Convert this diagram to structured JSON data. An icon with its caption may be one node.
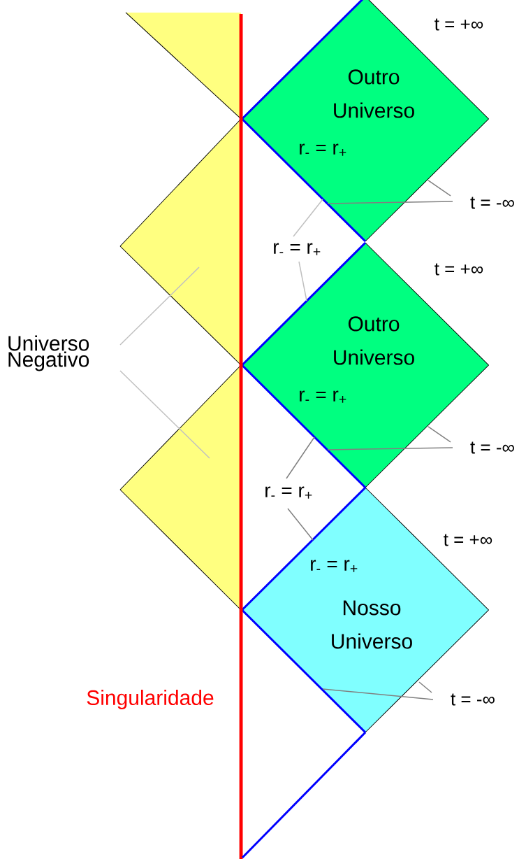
{
  "diagram": {
    "nodes": [
      {
        "text": [
          "Outro Universo",
          "r$_{-}$ = r$_{+}$"
        ],
        "beside": [
          "t = +∞"
        ]
      },
      {
        "text": [
          "Outro Universo",
          "r$_{-}$ = r$_{+}$"
        ],
        "beside": [
          "t = +∞"
        ]
      },
      {
        "text": [
          "r$_{-}$ = r$_{+}$",
          "Nosso Universo"
        ],
        "beside": [
          "t = +∞"
        ]
      },
      {
        "text": [],
        "shape": "triangle"
      },
      {
        "text": [],
        "shape": "triangle"
      },
      {
        "text": [],
        "shape": "triangle"
      },
      {
        "text": [
          "Universo Negativo"
        ]
      },
      {
        "text": [
          "r$_{-}$ = r$_{+}$"
        ]
      },
      {
        "text": [
          "r$_{-}$ = r$_{+}$"
        ]
      },
      {
        "text": [
          "t = -∞"
        ]
      },
      {
        "text": [
          "t = -∞"
        ]
      },
      {
        "text": [
          "t = -∞"
        ]
      }
    ],
    "edges": [
      {
        "from": 6,
        "to": 4,
        "arrow": "none",
        "color": "#c0c0c0"
      },
      {
        "from": 6,
        "to": 5,
        "arrow": "none",
        "color": "#c0c0c0"
      },
      {
        "from": 7,
        "to": 0,
        "arrow": "none",
        "color": "#c0c0c0"
      },
      {
        "from": 7,
        "to": 1,
        "arrow": "none",
        "color": "#c0c0c0"
      },
      {
        "from": 8,
        "to": 1,
        "arrow": "none"
      },
      {
        "from": 8,
        "to": 2,
        "arrow": "none"
      },
      {
        "from": 9,
        "to": 0,
        "arrow": "none"
      },
      {
        "from": 9,
        "to": 0,
        "arrow": "none"
      },
      {
        "from": 10,
        "to": 1,
        "arrow": "none"
      },
      {
        "from": 10,
        "to": 1,
        "arrow": "none"
      },
      {
        "from": 11,
        "to": 2,
        "arrow": "none"
      },
      {
        "from": 11,
        "to": 2,
        "arrow": "none"
      }
    ],
    "labels": [
      "Singularidade"
    ]
  }
}
